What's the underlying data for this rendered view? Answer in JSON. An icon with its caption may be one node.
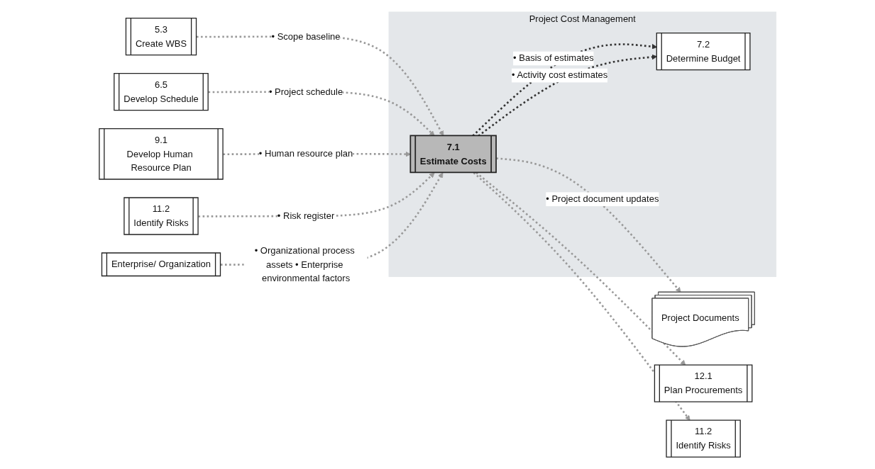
{
  "diagram": {
    "nodes": [
      {
        "text": [
          "5.3",
          "Create WBS"
        ]
      },
      {
        "text": [
          "6.5",
          "Develop Schedule"
        ]
      },
      {
        "text": [
          "9.1",
          "Develop Human Resource Plan"
        ]
      },
      {
        "text": [
          "11.2",
          "Identify Risks"
        ]
      },
      {
        "text": [
          "Enterprise/ Organization"
        ]
      },
      {
        "text": [
          "Project Cost Management"
        ]
      },
      {
        "text": [
          "7.1",
          "Estimate Costs"
        ],
        "in": 5
      },
      {
        "text": [
          "7.2",
          "Determine Budget"
        ],
        "in": 5
      },
      {
        "text": [
          "Project Documents"
        ]
      },
      {
        "text": [
          "12.1",
          "Plan Procurements"
        ]
      },
      {
        "text": [
          "11.2",
          "Identify Risks"
        ]
      }
    ],
    "edges": [
      {
        "from": 0,
        "to": 6,
        "arrow": "to",
        "label": "• Scope baseline",
        "style": "dashed"
      },
      {
        "from": 1,
        "to": 6,
        "arrow": "to",
        "label": "• Project schedule",
        "style": "dashed"
      },
      {
        "from": 2,
        "to": 6,
        "arrow": "to",
        "label": "• Human resource plan",
        "style": "dashed"
      },
      {
        "from": 3,
        "to": 6,
        "arrow": "to",
        "label": "• Risk register",
        "style": "dashed"
      },
      {
        "from": 4,
        "to": 6,
        "arrow": "to",
        "label": "• Organizational process assets • Enterprise environmental factors",
        "style": "dashed"
      },
      {
        "from": 6,
        "to": 8,
        "arrow": "to",
        "label": "• Project document updates",
        "style": "dashed"
      },
      {
        "from": 6,
        "to": 7,
        "arrow": "to",
        "label": "• Basis of estimates",
        "style": "dashed",
        "color": "#333333"
      },
      {
        "from": 6,
        "to": 7,
        "arrow": "to",
        "label": "• Activity cost estimates",
        "style": "dashed",
        "color": "#333333"
      },
      {
        "from": 6,
        "to": 9,
        "arrow": "to",
        "style": "dashed"
      },
      {
        "from": 6,
        "to": 10,
        "arrow": "to",
        "style": "dashed"
      }
    ]
  }
}
